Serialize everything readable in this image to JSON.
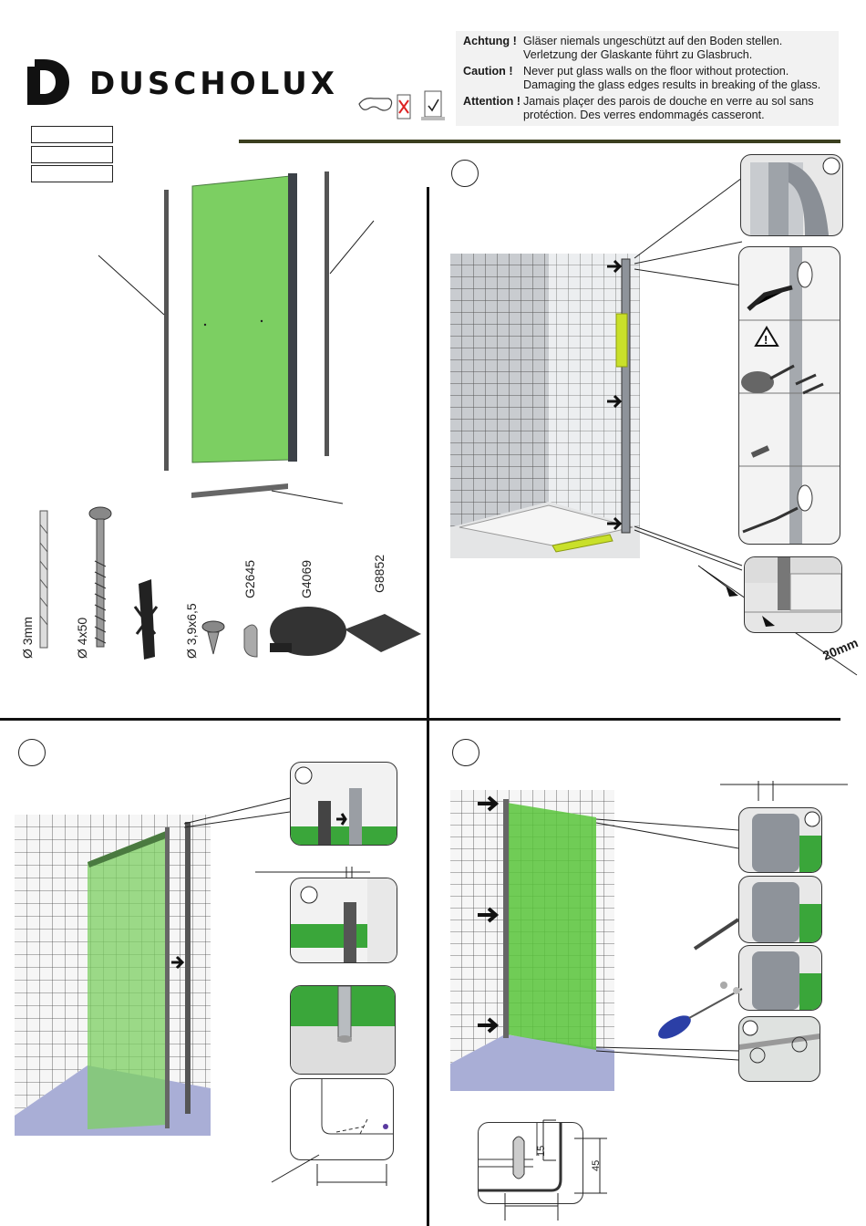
{
  "brand": {
    "name": "DUSCHOLUX"
  },
  "warning": {
    "rows": [
      {
        "label": "Achtung !",
        "line1": "Gläser niemals ungeschützt auf den Boden stellen.",
        "line2": "Verletzung der Glaskante führt zu Glasbruch."
      },
      {
        "label": "Caution !",
        "line1": "Never put glass walls on the floor without protection.",
        "line2": "Damaging the glass edges results in breaking of the glass."
      },
      {
        "label": "Attention !",
        "line1": "Jamais plaçer des parois de douche en verre au sol sans",
        "line2": "protéction. Des verres endommagés casseront."
      }
    ],
    "icons": [
      "safety-glasses-icon",
      "no-glass-on-floor-icon",
      "glass-on-protection-icon"
    ]
  },
  "parts": {
    "drill": "Ø 3mm",
    "screw": "Ø 4x50",
    "small_screw": "Ø 3,9x6,5",
    "cap_code": "G2645",
    "disc_code": "G4069",
    "pad_code": "G8852"
  },
  "measures": {
    "wall_gap": "20mm",
    "dim_15": "15",
    "dim_45": "45"
  },
  "colors": {
    "glass": "#7ccf62",
    "glass_light": "#a9e09a",
    "profile": "#8e939a",
    "accent_line": "#3b3f1f",
    "level": "#c9e02a",
    "tray": "#a9aed6"
  }
}
